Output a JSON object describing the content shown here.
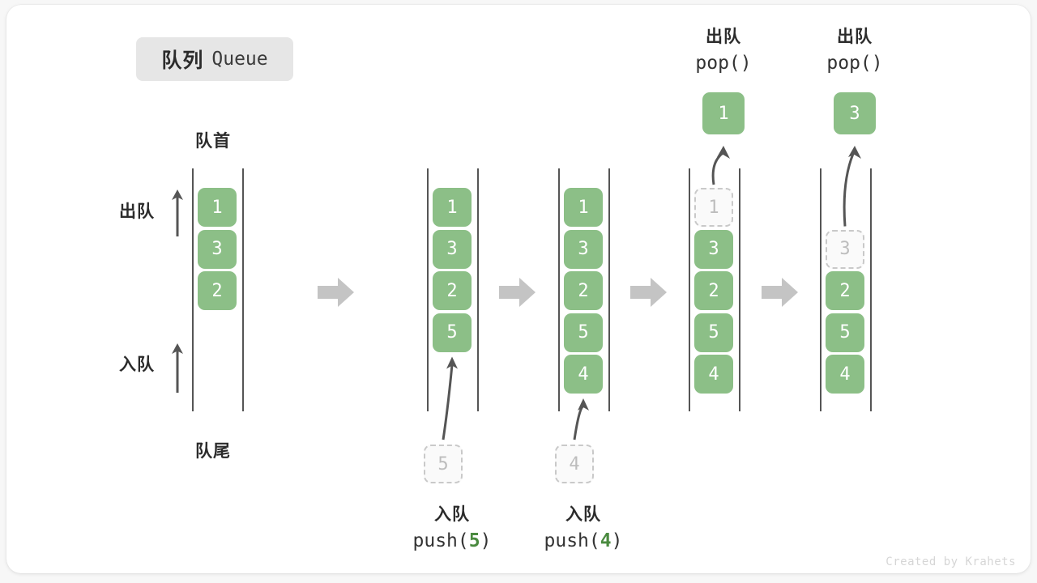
{
  "title": {
    "cn": "队列",
    "en": "Queue"
  },
  "labels": {
    "head": "队首",
    "tail": "队尾",
    "dequeue": "出队",
    "enqueue": "入队"
  },
  "ops": {
    "push_cn": "入队",
    "pop_cn": "出队",
    "push_code_prefix": "push(",
    "push_code_suffix": ")",
    "pop_code": "pop()"
  },
  "colors": {
    "cell_fill": "#8cbf87",
    "cell_text": "#ffffff",
    "ghost_fill": "#fafafa",
    "ghost_border": "#c9c9c9",
    "ghost_text": "#bdbdbd",
    "rail": "#555555",
    "step_arrow": "#c4c4c4",
    "accent_num": "#4a8a3f",
    "badge_bg": "#e6e6e6"
  },
  "steps": [
    {
      "name": "initial-queue",
      "cells": [
        "1",
        "3",
        "2"
      ],
      "capacity": 5,
      "ghost_index": null,
      "bottom_label_cn": null,
      "bottom_label_code": null,
      "bottom_ghost": null,
      "top_label_cn": null,
      "top_label_code": null,
      "popped": null
    },
    {
      "name": "after-push-5",
      "cells": [
        "1",
        "3",
        "2",
        "5"
      ],
      "capacity": 5,
      "ghost_index": null,
      "bottom_label_cn": "入队",
      "bottom_label_code": "push(5)",
      "bottom_ghost": "5",
      "top_label_cn": null,
      "top_label_code": null,
      "popped": null
    },
    {
      "name": "after-push-4",
      "cells": [
        "1",
        "3",
        "2",
        "5",
        "4"
      ],
      "capacity": 5,
      "ghost_index": null,
      "bottom_label_cn": "入队",
      "bottom_label_code": "push(4)",
      "bottom_ghost": "4",
      "top_label_cn": null,
      "top_label_code": null,
      "popped": null
    },
    {
      "name": "after-pop-1",
      "cells": [
        "1",
        "3",
        "2",
        "5",
        "4"
      ],
      "capacity": 5,
      "ghost_index": 0,
      "bottom_label_cn": null,
      "bottom_label_code": null,
      "bottom_ghost": null,
      "top_label_cn": "出队",
      "top_label_code": "pop()",
      "popped": "1"
    },
    {
      "name": "after-pop-3",
      "cells": [
        "",
        "3",
        "2",
        "5",
        "4"
      ],
      "capacity": 5,
      "ghost_index": 1,
      "bottom_label_cn": null,
      "bottom_label_code": null,
      "bottom_ghost": null,
      "top_label_cn": "出队",
      "top_label_code": "pop()",
      "popped": "3"
    }
  ],
  "watermark": "Created by Krahets"
}
